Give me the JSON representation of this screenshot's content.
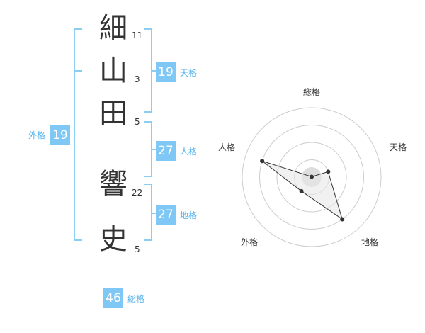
{
  "name": {
    "characters": [
      {
        "char": "細",
        "strokes": "11"
      },
      {
        "char": "山",
        "strokes": "3"
      },
      {
        "char": "田",
        "strokes": "5"
      },
      {
        "char": "響",
        "strokes": "22"
      },
      {
        "char": "史",
        "strokes": "5"
      }
    ]
  },
  "kaku": {
    "gaikaku": {
      "value": "19",
      "label": "外格"
    },
    "tenkaku": {
      "value": "19",
      "label": "天格"
    },
    "jinkaku": {
      "value": "27",
      "label": "人格"
    },
    "chikaku": {
      "value": "27",
      "label": "地格"
    },
    "soukaku": {
      "value": "46",
      "label": "総格"
    }
  },
  "radar": {
    "axes": [
      "総格",
      "天格",
      "地格",
      "外格",
      "人格"
    ],
    "levels": 4,
    "values": [
      0.0,
      0.25,
      0.75,
      0.25,
      0.75
    ],
    "colors": {
      "grid": "#cccccc",
      "fill": "#e8e8e8",
      "stroke": "#333333",
      "point": "#333333",
      "center": "#dddddd"
    }
  },
  "colors": {
    "accent": "#7fc8f5",
    "bracket": "#8ccdf2"
  }
}
